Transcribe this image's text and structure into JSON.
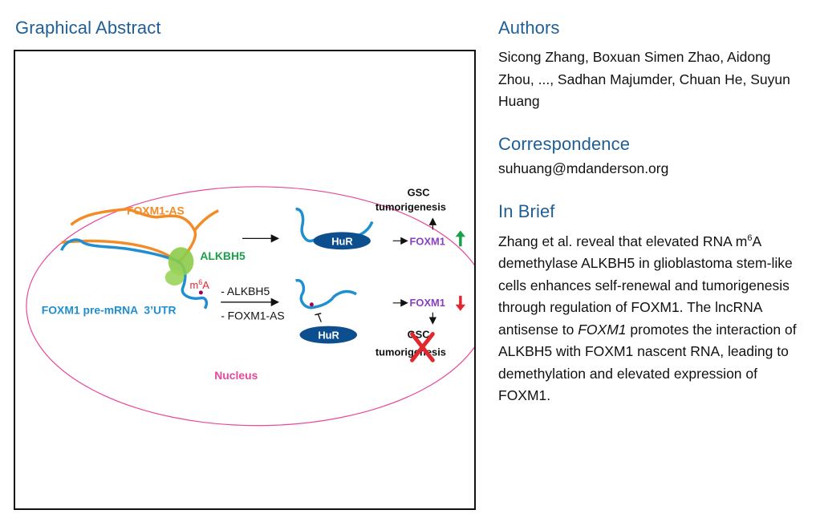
{
  "graphical_abstract": {
    "title": "Graphical Abstract",
    "labels": {
      "foxm1_as": "FOXM1-AS",
      "alkbh5": "ALKBH5",
      "m6a_base": "m",
      "m6a_sup": "6",
      "m6a_end": "A",
      "pre_mrna": "FOXM1 pre-mRNA  3’UTR",
      "nucleus": "Nucleus",
      "hur_top": "HuR",
      "hur_bottom": "HuR",
      "minus_alkbh5": "- ALKBH5",
      "minus_foxm1_as": "- FOXM1-AS",
      "gsc_top_1": "GSC",
      "gsc_top_2": "tumorigenesis",
      "foxm1_top": "FOXM1",
      "foxm1_bottom": "FOXM1",
      "gsc_bottom_1": "GSC",
      "gsc_bottom_2": "tumorigenesis"
    },
    "colors": {
      "orange": "#f28c28",
      "blue": "#1f8fd0",
      "green": "#1aa04a",
      "pink": "#e8479a",
      "purple": "#8a3fbf",
      "hur_fill": "#0d4f8e",
      "up_arrow": "#1aa04a",
      "down_arrow": "#e0282e",
      "cross": "#e0282e"
    }
  },
  "authors": {
    "title": "Authors",
    "text": "Sicong Zhang, Boxuan Simen Zhao, Aidong Zhou, ..., Sadhan Majumder, Chuan He, Suyun Huang"
  },
  "correspondence": {
    "title": "Correspondence",
    "email": "suhuang@mdanderson.org"
  },
  "in_brief": {
    "title": "In Brief",
    "p1": "Zhang et al. reveal that elevated RNA m",
    "sup": "6",
    "p2": "A demethylase ALKBH5 in glioblastoma stem-like cells enhances self-renewal and tumorigenesis through regulation of FOXM1. The lncRNA antisense to ",
    "italic": "FOXM1",
    "p3": " promotes the interaction of ALKBH5 with FOXM1 nascent RNA, leading to demethylation and elevated expression of FOXM1."
  }
}
